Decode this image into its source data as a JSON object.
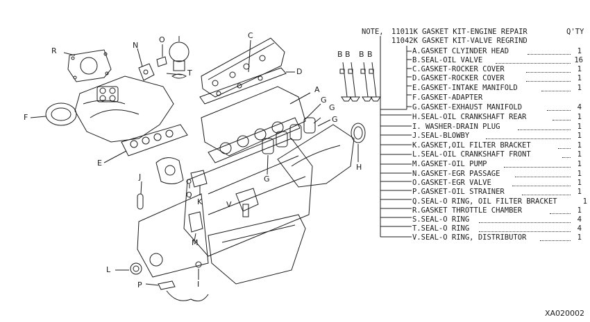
{
  "header": {
    "note_label": "NOTE,",
    "kit1_code": "11011K",
    "kit1_name": "GASKET KIT-ENGINE REPAIR",
    "kit2_code": "11042K",
    "kit2_name": "GASKET KIT-VALVE REGRIND",
    "qty_label": "Q'TY"
  },
  "parts": [
    {
      "id": "A",
      "text": "A.GASKET CLYINDER HEAD",
      "qty": "1"
    },
    {
      "id": "B",
      "text": "B.SEAL-OIL VALVE",
      "qty": "16"
    },
    {
      "id": "C",
      "text": "C.GASKET-ROCKER COVER",
      "qty": "1"
    },
    {
      "id": "D",
      "text": "D.GASKET-ROCKER COVER",
      "qty": "1"
    },
    {
      "id": "E",
      "text": "E.GASKET-INTAKE MANIFOLD",
      "qty": "1"
    },
    {
      "id": "F",
      "text": "F.GASKET-ADAPTER",
      "qty": ""
    },
    {
      "id": "G",
      "text": "G.GASKET-EXHAUST MANIFOLD",
      "qty": "4"
    },
    {
      "id": "H",
      "text": "H.SEAL-OIL CRANKSHAFT REAR",
      "qty": "1"
    },
    {
      "id": "I",
      "text": "I. WASHER-DRAIN PLUG",
      "qty": "1"
    },
    {
      "id": "J",
      "text": "J.SEAL-BLOWBY",
      "qty": "1"
    },
    {
      "id": "K",
      "text": "K.GASKET,OIL FILTER BRACKET",
      "qty": "1"
    },
    {
      "id": "L",
      "text": "L.SEAL-OIL CRANKSHAFT FRONT",
      "qty": "1"
    },
    {
      "id": "M",
      "text": "M.GASKET-OIL PUMP",
      "qty": "1"
    },
    {
      "id": "N",
      "text": "N.GASKET-EGR PASSAGE",
      "qty": "1"
    },
    {
      "id": "O",
      "text": "O.GASKET-EGR VALVE",
      "qty": "1"
    },
    {
      "id": "P",
      "text": "P.GASKET-OIL STRAINER",
      "qty": "1"
    },
    {
      "id": "Q",
      "text": "Q.SEAL-O RING, OIL FILTER BRACKET",
      "qty": "1"
    },
    {
      "id": "R",
      "text": "R.GASKET THROTTLE CHAMBER",
      "qty": "1"
    },
    {
      "id": "S",
      "text": "S.SEAL-O RING",
      "qty": "4"
    },
    {
      "id": "T",
      "text": "T.SEAL-O RING",
      "qty": "4"
    },
    {
      "id": "V",
      "text": "V.SEAL-O RING, DISTRIBUTOR",
      "qty": "1"
    }
  ],
  "callouts": {
    "R": "R",
    "N": "N",
    "O": "O",
    "C": "C",
    "T": "T",
    "D": "D",
    "F": "F",
    "E": "E",
    "A": "A",
    "G1": "G",
    "G2": "G",
    "G3": "G",
    "G4": "G",
    "H": "H",
    "J": "J",
    "Q": "Q",
    "K": "K",
    "V": "V",
    "M": "M",
    "L": "L",
    "P": "P",
    "I": "I",
    "B1": "B",
    "B2": "B",
    "B3": "B",
    "B4": "B"
  },
  "figure_id": "XA020002"
}
